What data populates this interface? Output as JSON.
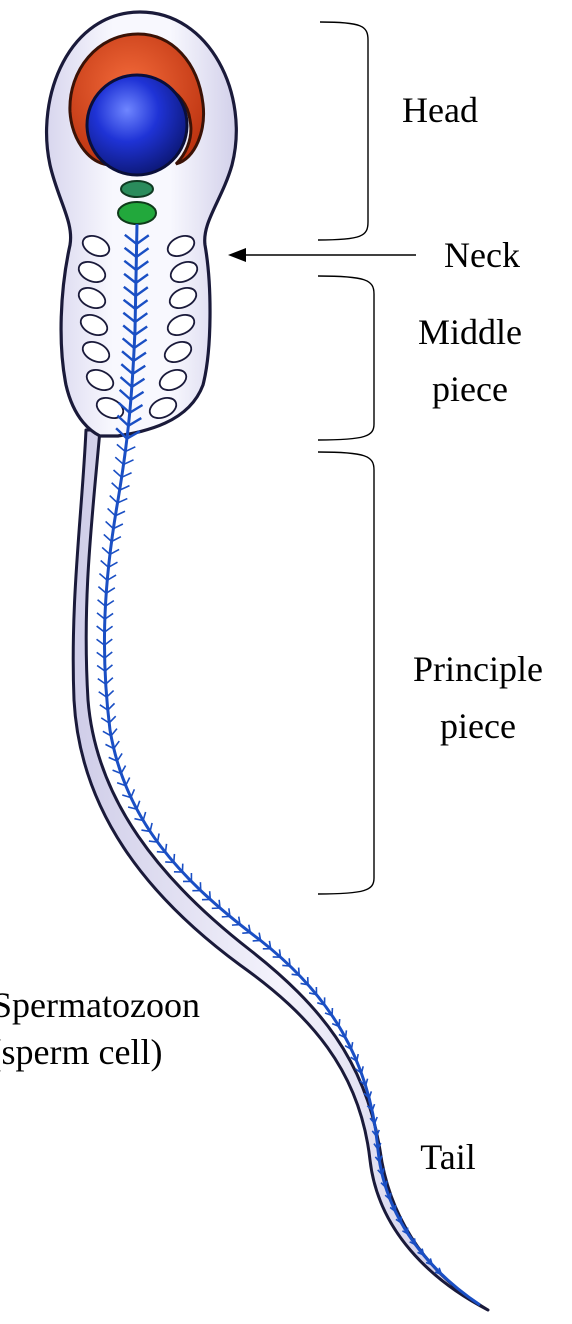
{
  "labels": {
    "head": "Head",
    "neck": "Neck",
    "middle_piece_line1": "Middle",
    "middle_piece_line2": "piece",
    "principle_piece_line1": "Principle",
    "principle_piece_line2": "piece",
    "caption_line1": "Spermatozoon",
    "caption_line2": "(sperm cell)",
    "tail": "Tail"
  },
  "colors": {
    "acrosome": "#d9421a",
    "nucleus": "#1f33d6",
    "centriole_proximal": "#2a8c5c",
    "centriole_distal": "#22a83c",
    "axoneme": "#1a4fc4",
    "outline": "#1a1a3a",
    "cell_fill": "#f3f2fb"
  }
}
